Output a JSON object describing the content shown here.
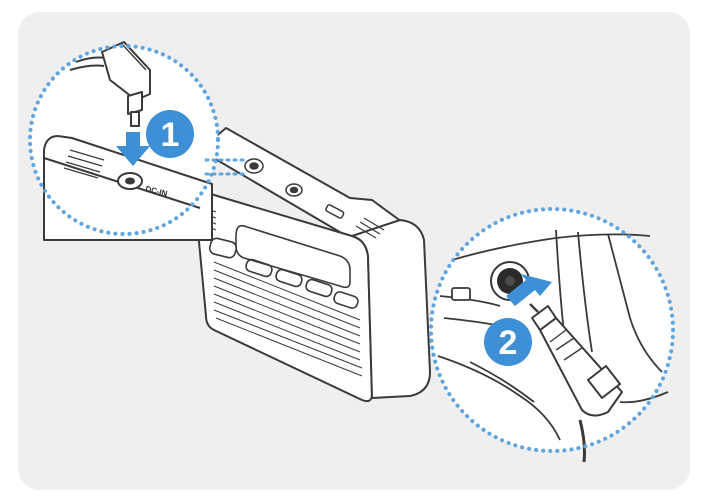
{
  "steps": [
    {
      "number": "1",
      "name": "connect-plug-to-dc-in"
    },
    {
      "number": "2",
      "name": "insert-into-power-socket"
    }
  ],
  "port_label": "DC-IN",
  "colors": {
    "panel_background": "#efefef",
    "accent_blue": "#3d8fd6",
    "dotted_outline": "#5fa4dd",
    "line_art": "#3a3a3a",
    "device_fill": "#ffffff"
  },
  "icons": [
    "down-arrow-icon",
    "right-arrow-icon",
    "dc-plug-icon",
    "car-charger-plug-icon"
  ]
}
